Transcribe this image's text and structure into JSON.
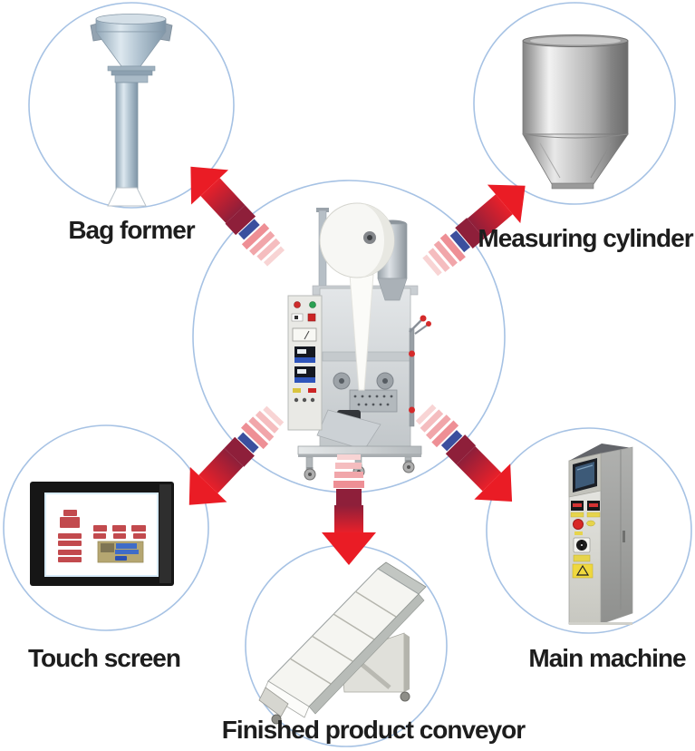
{
  "diagram": {
    "type": "machine-parts-diagram",
    "background": "#ffffff",
    "labels": {
      "bag_former": "Bag former",
      "measuring_cylinder": "Measuring cylinder",
      "touch_screen": "Touch screen",
      "main_machine": "Main machine",
      "finished_product_conveyor": "Finished product conveyor"
    },
    "components": [
      {
        "id": "bag-former",
        "position": "top-left"
      },
      {
        "id": "measuring-cylinder",
        "position": "top-right"
      },
      {
        "id": "packaging-machine",
        "position": "center"
      },
      {
        "id": "touch-screen",
        "position": "bottom-left"
      },
      {
        "id": "main-machine",
        "position": "bottom-right"
      },
      {
        "id": "finished-product-conveyor",
        "position": "bottom-center"
      }
    ],
    "colors": {
      "circle_stroke": "#a6c2e4",
      "arrow_bright_red": "#ec1c24",
      "arrow_dark_red": "#8e1f3a",
      "arrow_stripe_pink_light": "#f8d4d4",
      "arrow_stripe_pink": "#ee8f95",
      "arrow_blue_band": "#3b4f9e",
      "label_text": "#1d1d1d"
    }
  }
}
